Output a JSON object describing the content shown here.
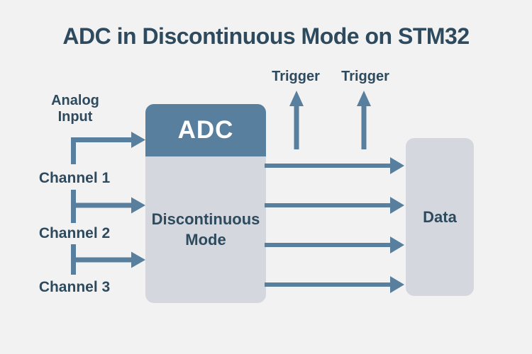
{
  "title": "ADC in Discontinuous Mode on STM32",
  "colors": {
    "background": "#f2f2f2",
    "slate": "#58809e",
    "block_fill": "#d4d8de",
    "text_dark": "#2d4a5e",
    "adc_text": "#ffffff"
  },
  "left_panel": {
    "analog_input_label": "Analog Input",
    "channels": [
      "Channel 1",
      "Channel 2",
      "Channel 3"
    ]
  },
  "adc_block": {
    "header_label": "ADC",
    "body_label": "Discontinuous Mode"
  },
  "triggers": [
    "Trigger",
    "Trigger"
  ],
  "data_block": {
    "label": "Data"
  },
  "connections": [
    {
      "type": "input",
      "from": "Channel 1",
      "to": "ADC"
    },
    {
      "type": "input",
      "from": "Channel 2",
      "to": "ADC"
    },
    {
      "type": "input",
      "from": "Channel 3",
      "to": "ADC"
    },
    {
      "type": "trigger",
      "direction": "up",
      "label": "Trigger"
    },
    {
      "type": "trigger",
      "direction": "up",
      "label": "Trigger"
    },
    {
      "type": "output",
      "from": "ADC",
      "to": "Data"
    },
    {
      "type": "output",
      "from": "ADC",
      "to": "Data"
    },
    {
      "type": "output",
      "from": "ADC",
      "to": "Data"
    },
    {
      "type": "output",
      "from": "ADC",
      "to": "Data"
    }
  ]
}
